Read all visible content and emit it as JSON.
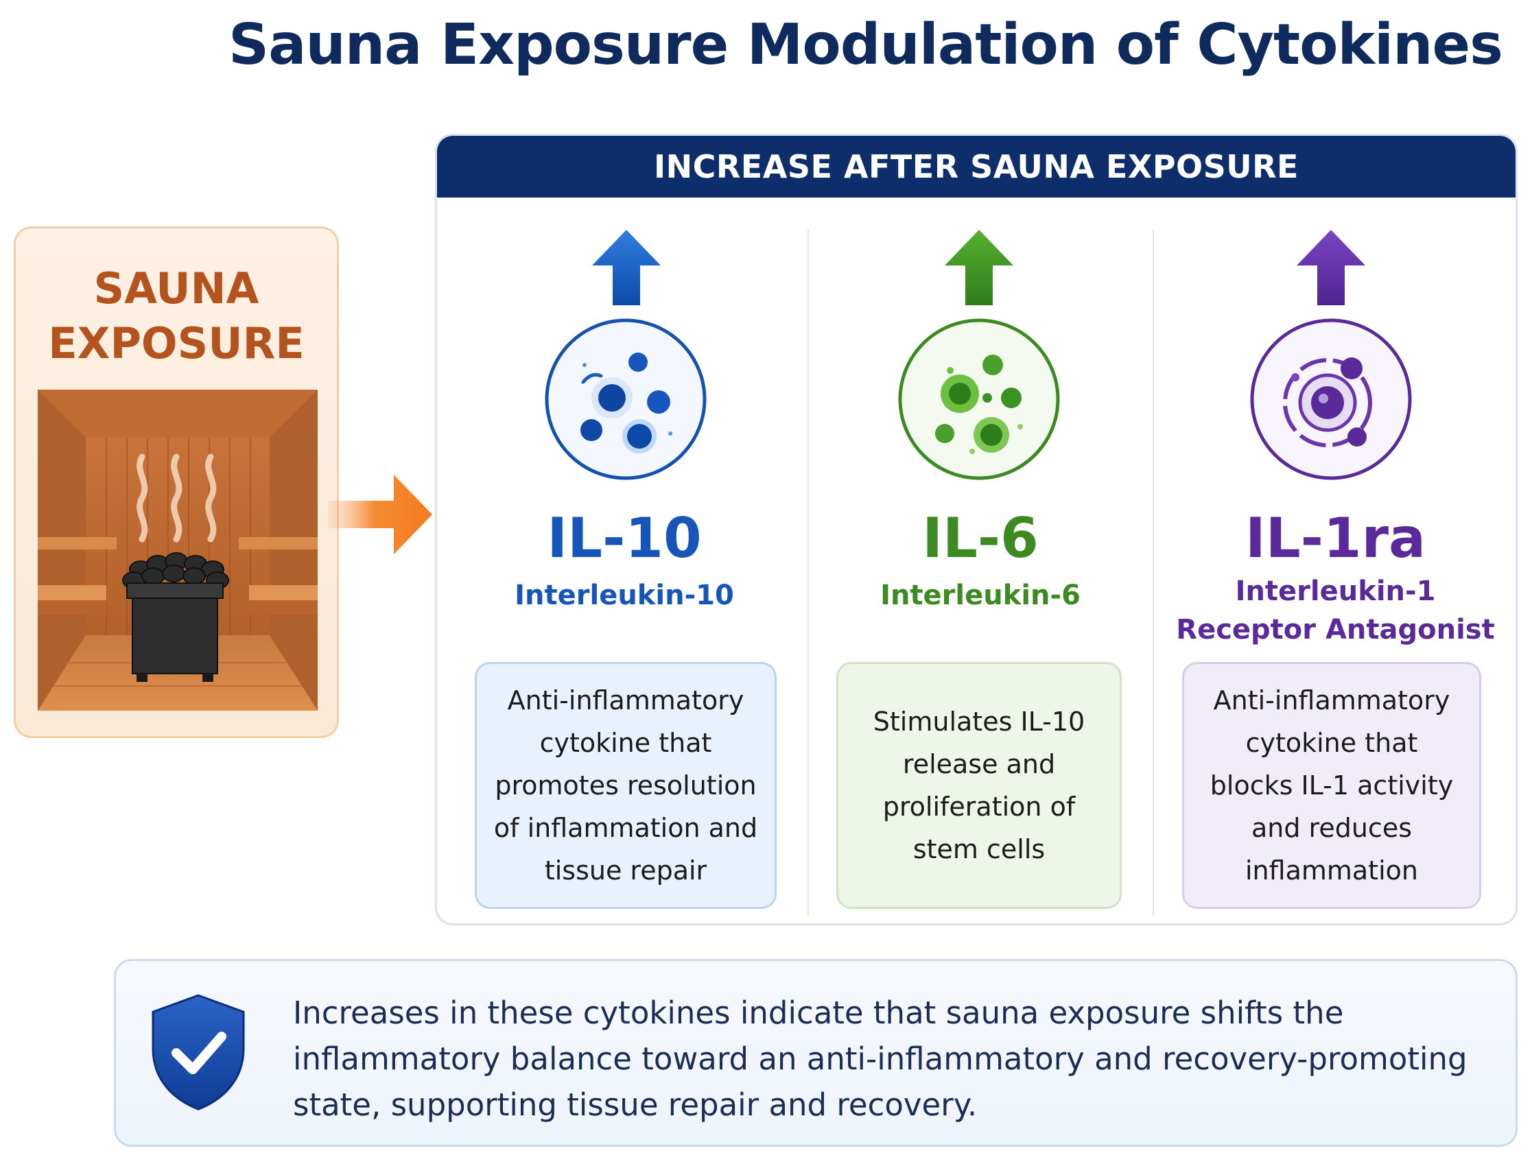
{
  "title": "Sauna Exposure Modulation of Cytokines",
  "sauna": {
    "title": "SAUNA\nEXPOSURE"
  },
  "panel": {
    "header": "INCREASE AFTER SAUNA EXPOSURE"
  },
  "cytokines": [
    {
      "abbrev": "IL-10",
      "full_name": "Interleukin-10",
      "description": "Anti-inflammatory\ncytokine that\npromotes resolution\nof inflammation and\ntissue repair",
      "color": "#1656b8",
      "box_fill": "#e9f2fc",
      "box_border": "#bcd4ef",
      "icon": "arrow-up-icon"
    },
    {
      "abbrev": "IL-6",
      "full_name": "Interleukin-6",
      "description": "Stimulates IL-10\nrelease and\nproliferation of\nstem cells",
      "color": "#3b8a22",
      "box_fill": "#eef6e9",
      "box_border": "#cfe3c4",
      "icon": "arrow-up-icon"
    },
    {
      "abbrev": "IL-1ra",
      "full_name": "Interleukin-1\nReceptor Antagonist",
      "description": "Anti-inflammatory\ncytokine that\nblocks IL-1 activity\nand reduces\ninflammation",
      "color": "#5b2a9a",
      "box_fill": "#f1edf8",
      "box_border": "#d7cdea",
      "icon": "arrow-up-icon"
    }
  ],
  "note": {
    "text": "Increases in these cytokines indicate that sauna exposure shifts the inflammatory balance toward an anti-inflammatory and recovery-promoting state, supporting tissue repair and recovery.",
    "icon": "shield-check-icon"
  },
  "colors": {
    "title": "#0f2a5c",
    "header": "#0d2d6b",
    "sauna_title": "#b4531d",
    "orange_arrow": "#f57c1f"
  }
}
